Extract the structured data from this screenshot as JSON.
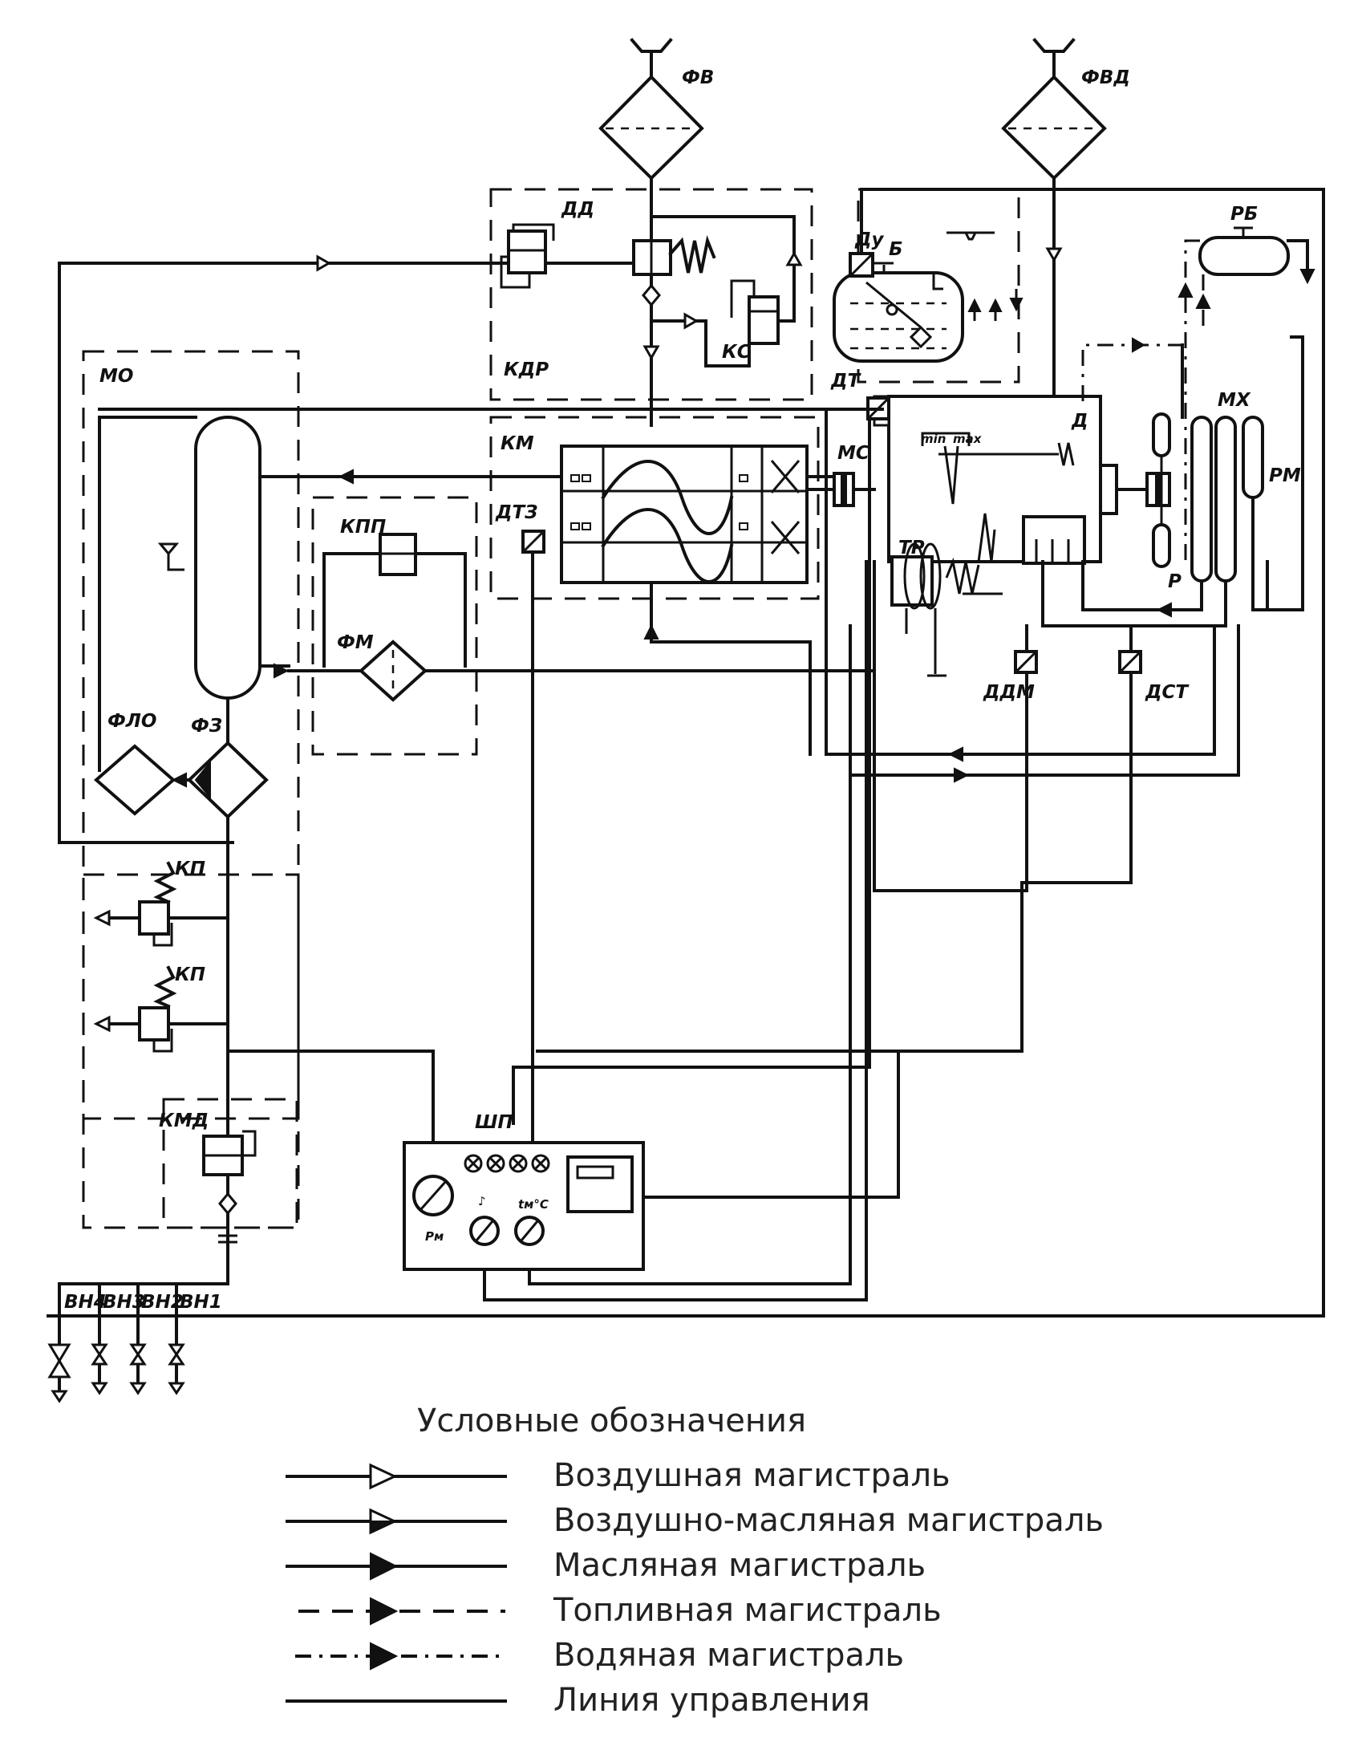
{
  "labels": {
    "fv": "ФВ",
    "fvd": "ФВД",
    "dd": "ДД",
    "kdr": "КДР",
    "ks": "КС",
    "du": "Ду",
    "b": "Б",
    "rb": "РБ",
    "mo": "МО",
    "km": "КМ",
    "dtz": "ДТЗ",
    "dt": "ДТ",
    "ms": "МС",
    "d": "Д",
    "mx": "МХ",
    "rm": "РМ",
    "r": "Р",
    "tr": "ТР",
    "min": "min",
    "max": "max",
    "kpp": "КПП",
    "fm": "ФМ",
    "flo": "ФЛО",
    "fz": "ФЗ",
    "ddm": "ДДМ",
    "dst": "ДСТ",
    "kp1": "КП",
    "kp2": "КП",
    "kmd": "КМД",
    "shp": "ШП",
    "pm": "Рм",
    "tm": "tм°С",
    "vn4": "ВН4",
    "vn3": "ВН3",
    "vn2": "ВН2",
    "vn1": "ВН1"
  },
  "legend": {
    "title": "Условные обозначения",
    "items": [
      {
        "style": "air",
        "text": "Воздушная магистраль"
      },
      {
        "style": "air-oil",
        "text": "Воздушно-масляная магистраль"
      },
      {
        "style": "oil",
        "text": "Масляная магистраль"
      },
      {
        "style": "fuel",
        "text": "Топливная магистраль"
      },
      {
        "style": "water",
        "text": "Водяная магистраль"
      },
      {
        "style": "control",
        "text": "Линия управления"
      }
    ]
  }
}
